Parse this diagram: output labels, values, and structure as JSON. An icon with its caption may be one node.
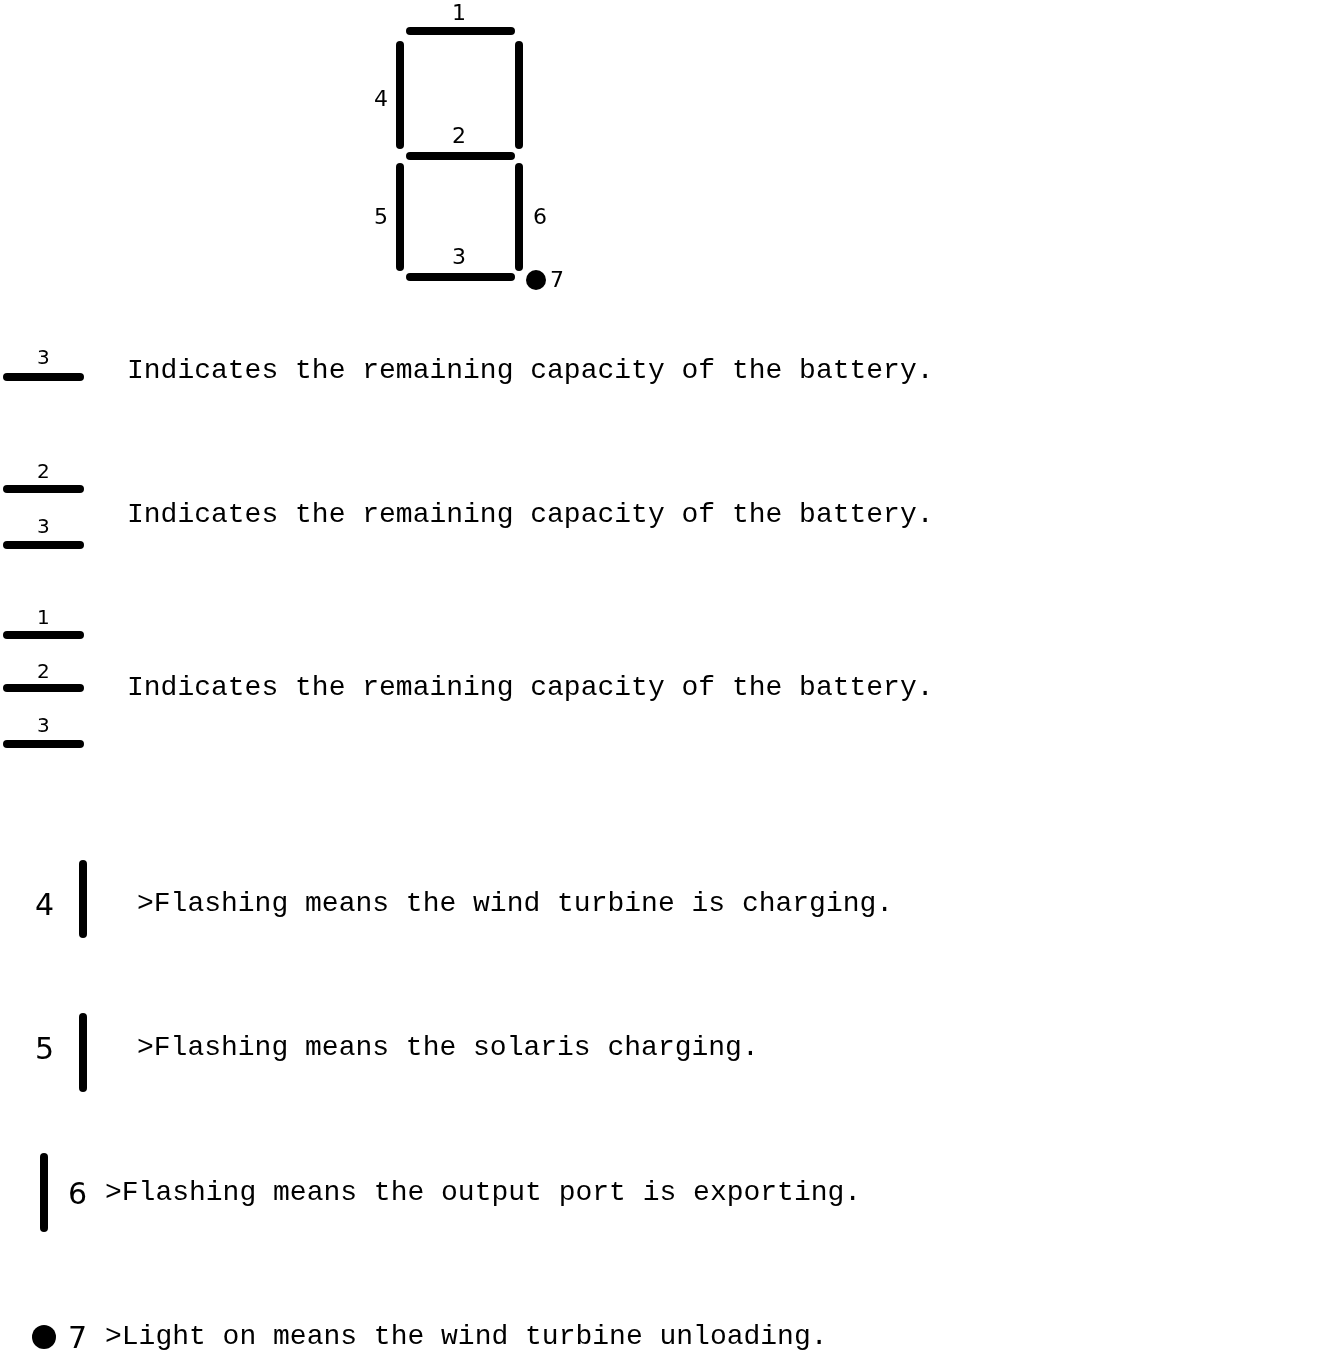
{
  "diagram": {
    "labels": [
      "1",
      "4",
      "2",
      "5",
      "6",
      "3",
      "7",
      "3",
      "Indicates the remaining capacity of the battery.",
      "2",
      "Indicates the remaining capacity of the battery.",
      "3",
      "1",
      "2",
      "Indicates the remaining capacity of the battery.",
      "3",
      "4",
      ">Flashing means the wind turbine is charging.",
      "5",
      ">Flashing means the solaris charging.",
      "6",
      ">Flashing means the output port is exporting.",
      "7",
      ">Light on means the wind turbine unloading."
    ]
  }
}
